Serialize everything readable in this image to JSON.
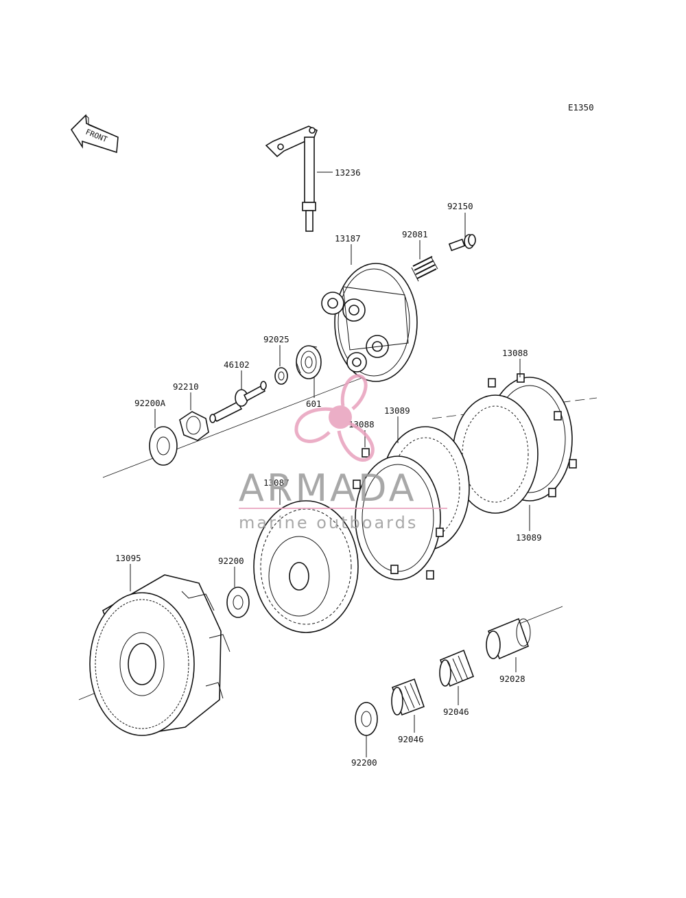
{
  "diagram_code": "E1350",
  "front_marker": {
    "label": "FRONT",
    "icon": "front-arrow-icon"
  },
  "watermark": {
    "brand": "ARMADA",
    "tagline": "marine outboards",
    "colors": {
      "logo": "#e8a0bd",
      "text": "#9a9a9a"
    }
  },
  "labels": {
    "p13236": "13236",
    "p92150": "92150",
    "p92081": "92081",
    "p13187": "13187",
    "p92025": "92025",
    "p46102": "46102",
    "p92210": "92210",
    "p92200A": "92200A",
    "p601": "601",
    "p13088_top": "13088",
    "p13089_top": "13089",
    "p13088_mid": "13088",
    "p13087": "13087",
    "p13089_right": "13089",
    "p13095": "13095",
    "p92200_mid": "92200",
    "p92028": "92028",
    "p92046_right": "92046",
    "p92046_left": "92046",
    "p92200_bottom": "92200"
  }
}
